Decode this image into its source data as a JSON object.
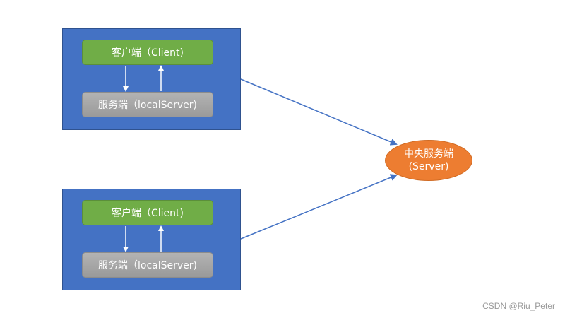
{
  "groups": [
    {
      "client_label": "客户端（Client)",
      "local_server_label": "服务端（localServer)"
    },
    {
      "client_label": "客户端（Client)",
      "local_server_label": "服务端（localServer)"
    }
  ],
  "central_server": {
    "line1": "中央服务端",
    "line2": "(Server)"
  },
  "watermark": "CSDN @Riu_Peter",
  "colors": {
    "group_box": "#4472c4",
    "client_node": "#70ad47",
    "local_server_node": "#a6a6a6",
    "central_server": "#ed7d31",
    "connector": "#4472c4",
    "inner_arrow": "#ffffff"
  }
}
